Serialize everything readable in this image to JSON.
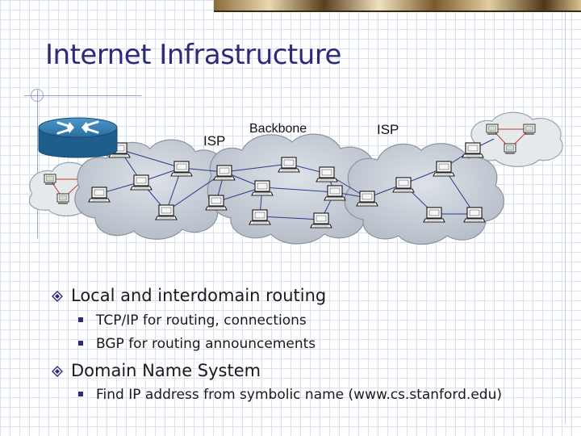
{
  "slide": {
    "title": "Internet Infrastructure"
  },
  "diagram": {
    "labels": {
      "isp_left": "ISP",
      "backbone": "Backbone",
      "isp_right": "ISP"
    }
  },
  "bullets": [
    {
      "text": "Local and interdomain routing",
      "subitems": [
        "TCP/IP for routing, connections",
        "BGP for routing announcements"
      ]
    },
    {
      "text": "Domain Name System",
      "subitems": [
        "Find IP address from symbolic name (www.cs.stanford.edu)"
      ]
    }
  ],
  "colors": {
    "title": "#2b2b7a",
    "cloud": "#bfc6cf",
    "router": "#2d74a6",
    "link": "#2a3a8c"
  },
  "icons": {
    "router": "router-icon",
    "host": "computer-icon",
    "bullet": "diamond-bullet-icon",
    "subbullet": "square-bullet-icon"
  }
}
